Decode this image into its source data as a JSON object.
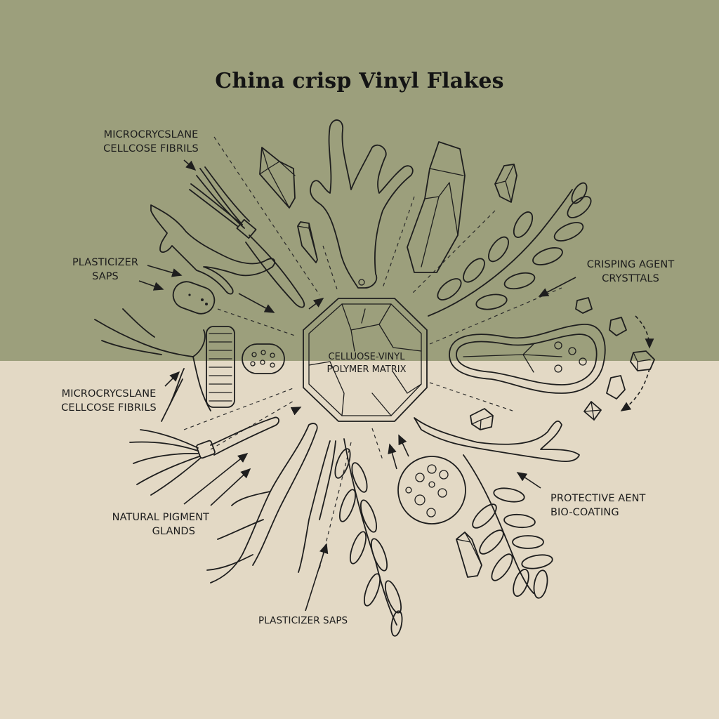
{
  "title": "China crisp Vinyl Flakes",
  "colors": {
    "top_background": "#9c9f7c",
    "bottom_background": "#e3d9c5",
    "ink": "#1e1e1e"
  },
  "center": {
    "line1": "CELLUOSE-VINYL",
    "line2": "POLYMER MATRIX"
  },
  "labels": {
    "top_left": {
      "line1": "MICROCRYCSLANE",
      "line2": "CELLCOSE FIBRILS"
    },
    "mid_left": {
      "line1": "PLASTICIZER",
      "line2": "SAPS"
    },
    "right_upper": {
      "line1": "CRISPING AGENT",
      "line2": "CRYSTTALS"
    },
    "lower_left": {
      "line1": "MICROCRYCSLANE",
      "line2": "CELLCOSE FIBRILS"
    },
    "bottom_left": {
      "line1": "NATURAL PIGMENT",
      "line2": "GLANDS"
    },
    "right_lower": {
      "line1": "PROTECTIVE AENT",
      "line2": "BIO-COATING"
    },
    "bottom_center": {
      "line1": "PLASTICIZER SAPS"
    }
  }
}
